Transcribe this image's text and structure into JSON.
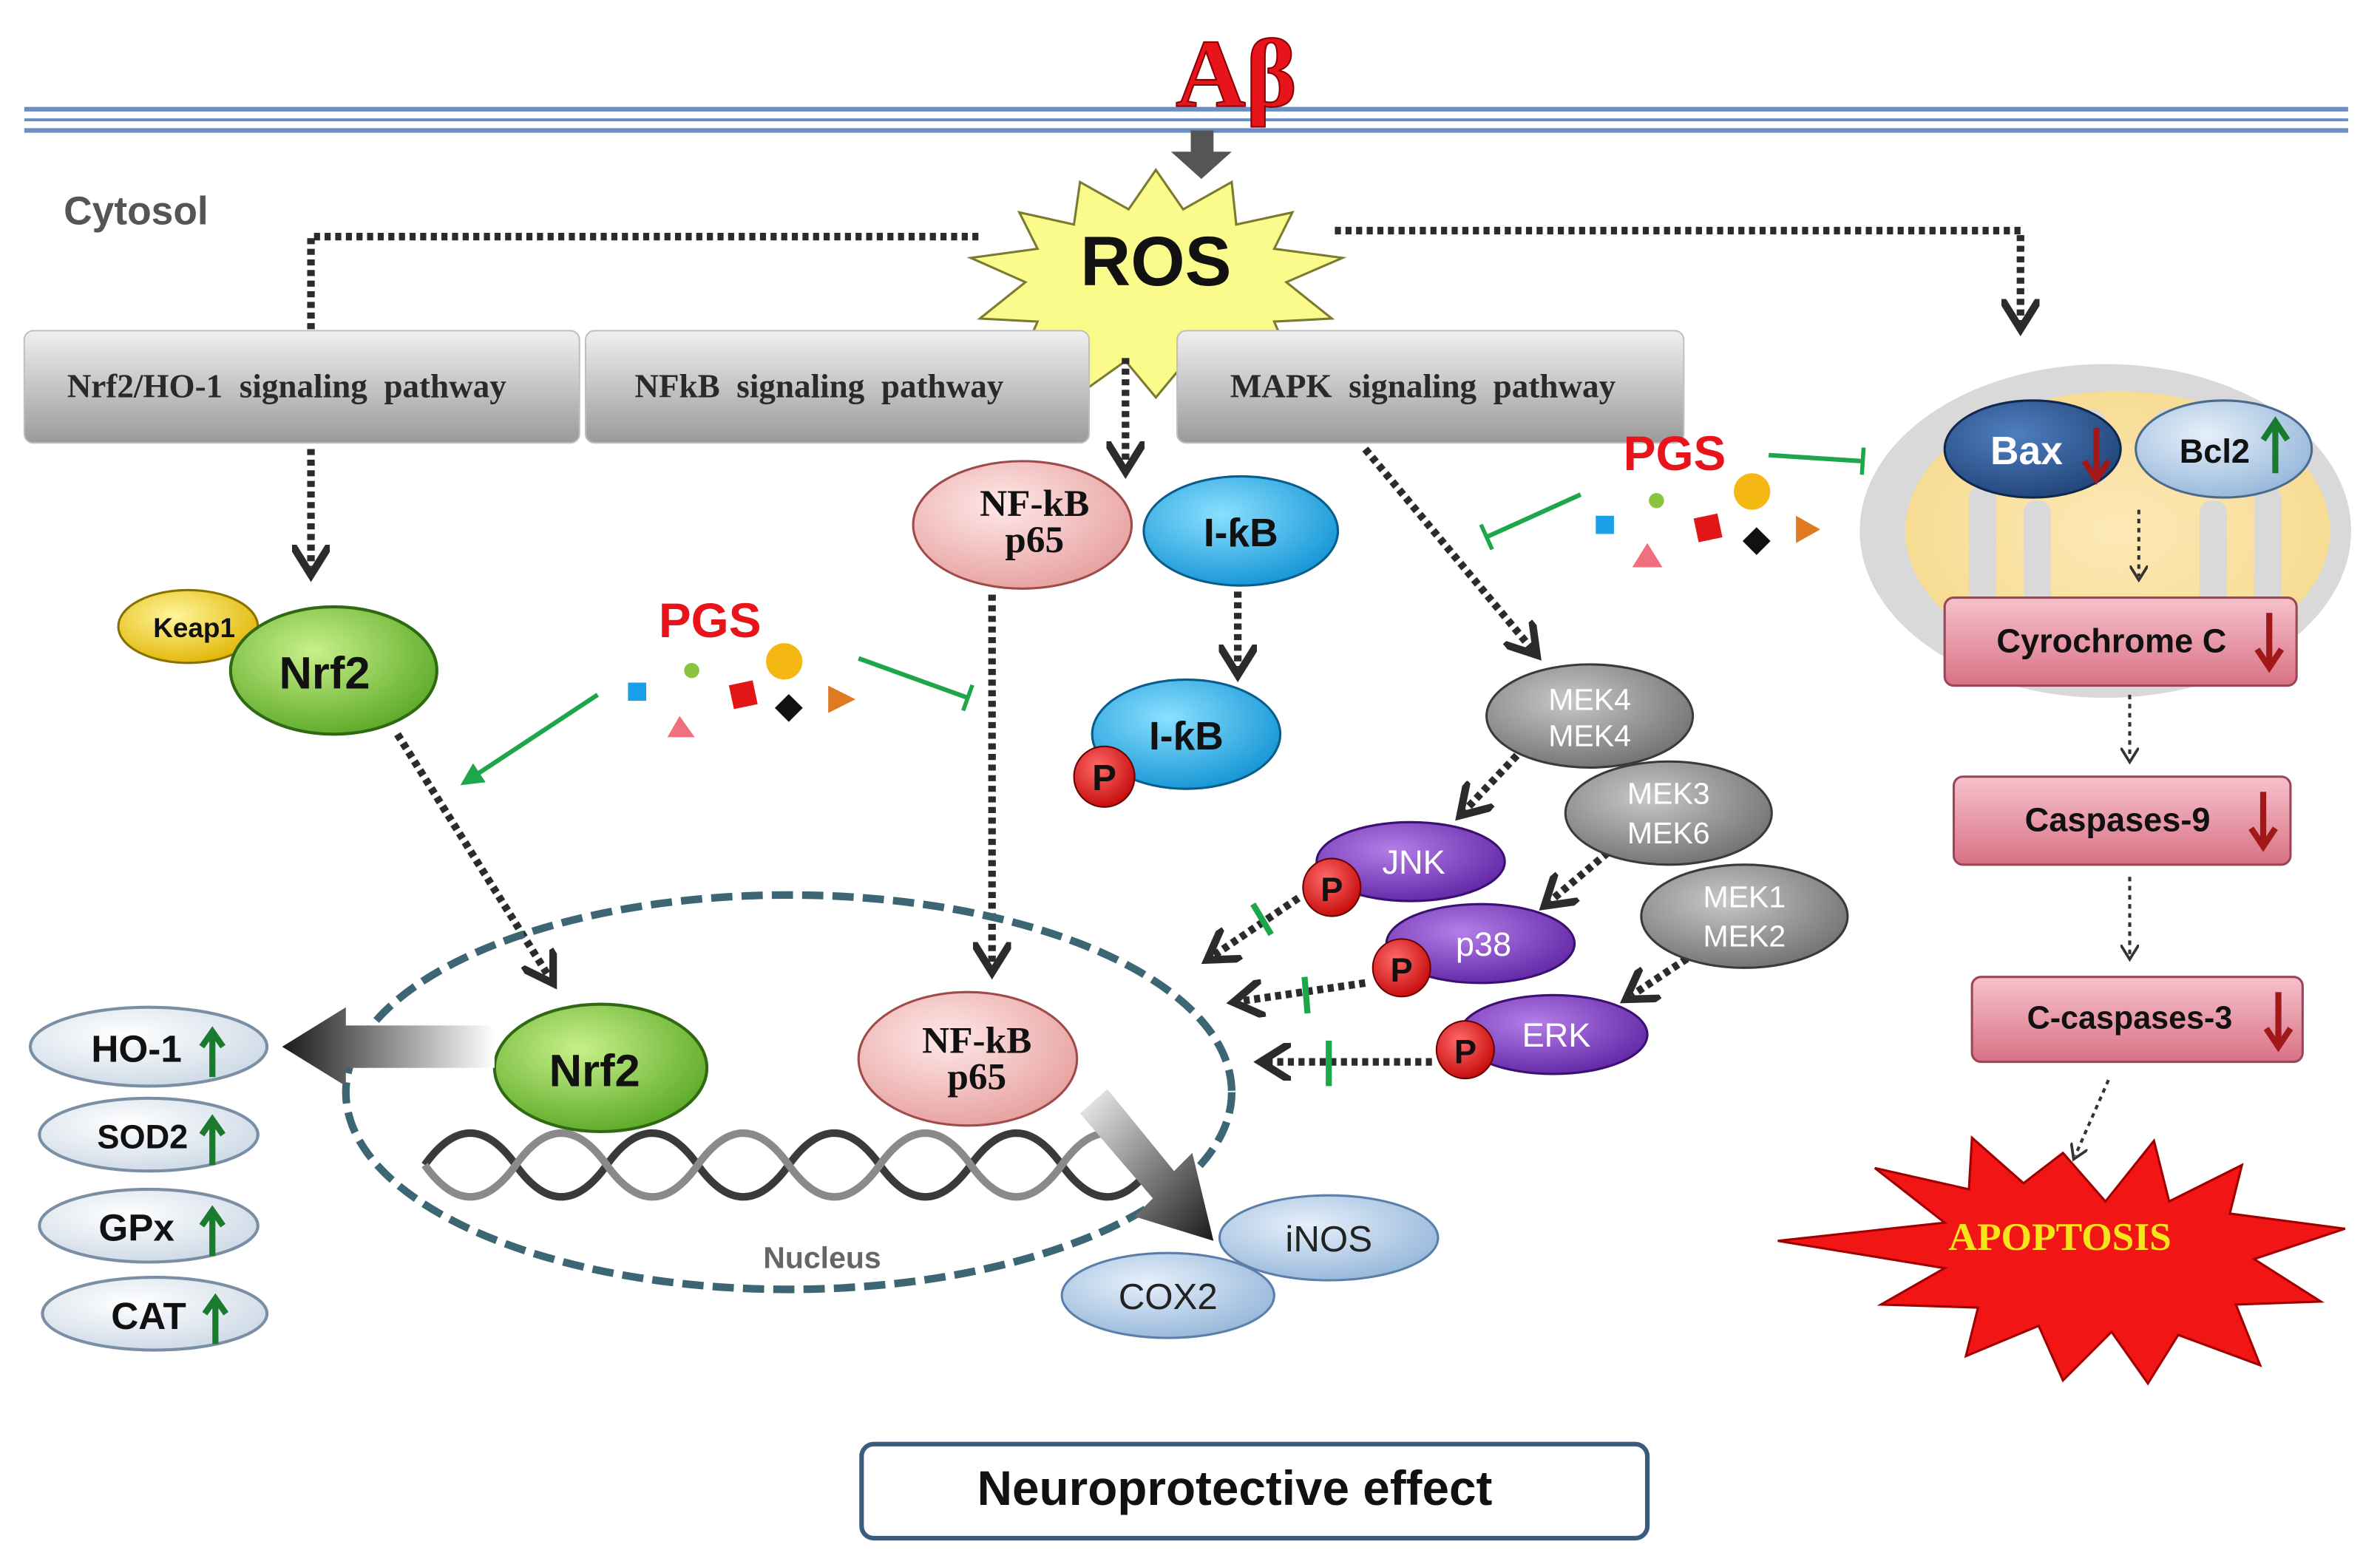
{
  "top": {
    "ligand": "Aβ",
    "compartment": "Cytosol",
    "ros": "ROS"
  },
  "pathways": {
    "nrf2": "Nrf2/HO-1  signaling  pathway",
    "nfkb": "NFkB  signaling  pathway",
    "mapk": "MAPK  signaling  pathway"
  },
  "nrf2_branch": {
    "keap1": "Keap1",
    "nrf2": "Nrf2",
    "nrf2_nuclear": "Nrf2",
    "outputs": [
      {
        "label": "HO-1",
        "trend": "up"
      },
      {
        "label": "SOD2",
        "trend": "up"
      },
      {
        "label": "GPx",
        "trend": "up"
      },
      {
        "label": "CAT",
        "trend": "up"
      }
    ]
  },
  "pgs": {
    "label": "PGS"
  },
  "nfkb_branch": {
    "nfkb_line1": "NF-kB",
    "nfkb_line2": "p65",
    "ikb": "I-ƙB",
    "p_ikb": "I-ƙB",
    "phospho": "P",
    "nuclear_line1": "NF-kB",
    "nuclear_line2": "p65",
    "nucleus": "Nucleus",
    "inos": "iNOS",
    "cox2": "COX2"
  },
  "mapk_branch": {
    "mek_4_line1": "MEK4",
    "mek_4_line2": "MEK4",
    "mek_36_line1": "MEK3",
    "mek_36_line2": "MEK6",
    "mek_12_line1": "MEK1",
    "mek_12_line2": "MEK2",
    "jnk": "JNK",
    "p38": "p38",
    "erk": "ERK"
  },
  "mito_branch": {
    "bax": "Bax",
    "bax_trend": "down",
    "bcl2": "Bcl2",
    "bcl2_trend": "up",
    "steps": [
      {
        "label": "Cyrochrome C",
        "trend": "down"
      },
      {
        "label": "Caspases-9",
        "trend": "down"
      },
      {
        "label": "C-caspases-3",
        "trend": "down"
      }
    ],
    "outcome": "APOPTOSIS"
  },
  "footer": {
    "label": "Neuroprotective effect"
  },
  "colors": {
    "membrane": "#6b8fc4",
    "inhibit_green": "#1ea64a",
    "up_arrow": "#1a7a2e",
    "down_arrow": "#a01818",
    "pgs_red": "#e8141c",
    "ros_fill": "#fbfb8c",
    "purple": "#7a3bb8",
    "grey_node": "#8a8a8a",
    "pink_box": "#e58a9c",
    "apoptosis_red": "#f21515",
    "apoptosis_text": "#f8e41a"
  }
}
